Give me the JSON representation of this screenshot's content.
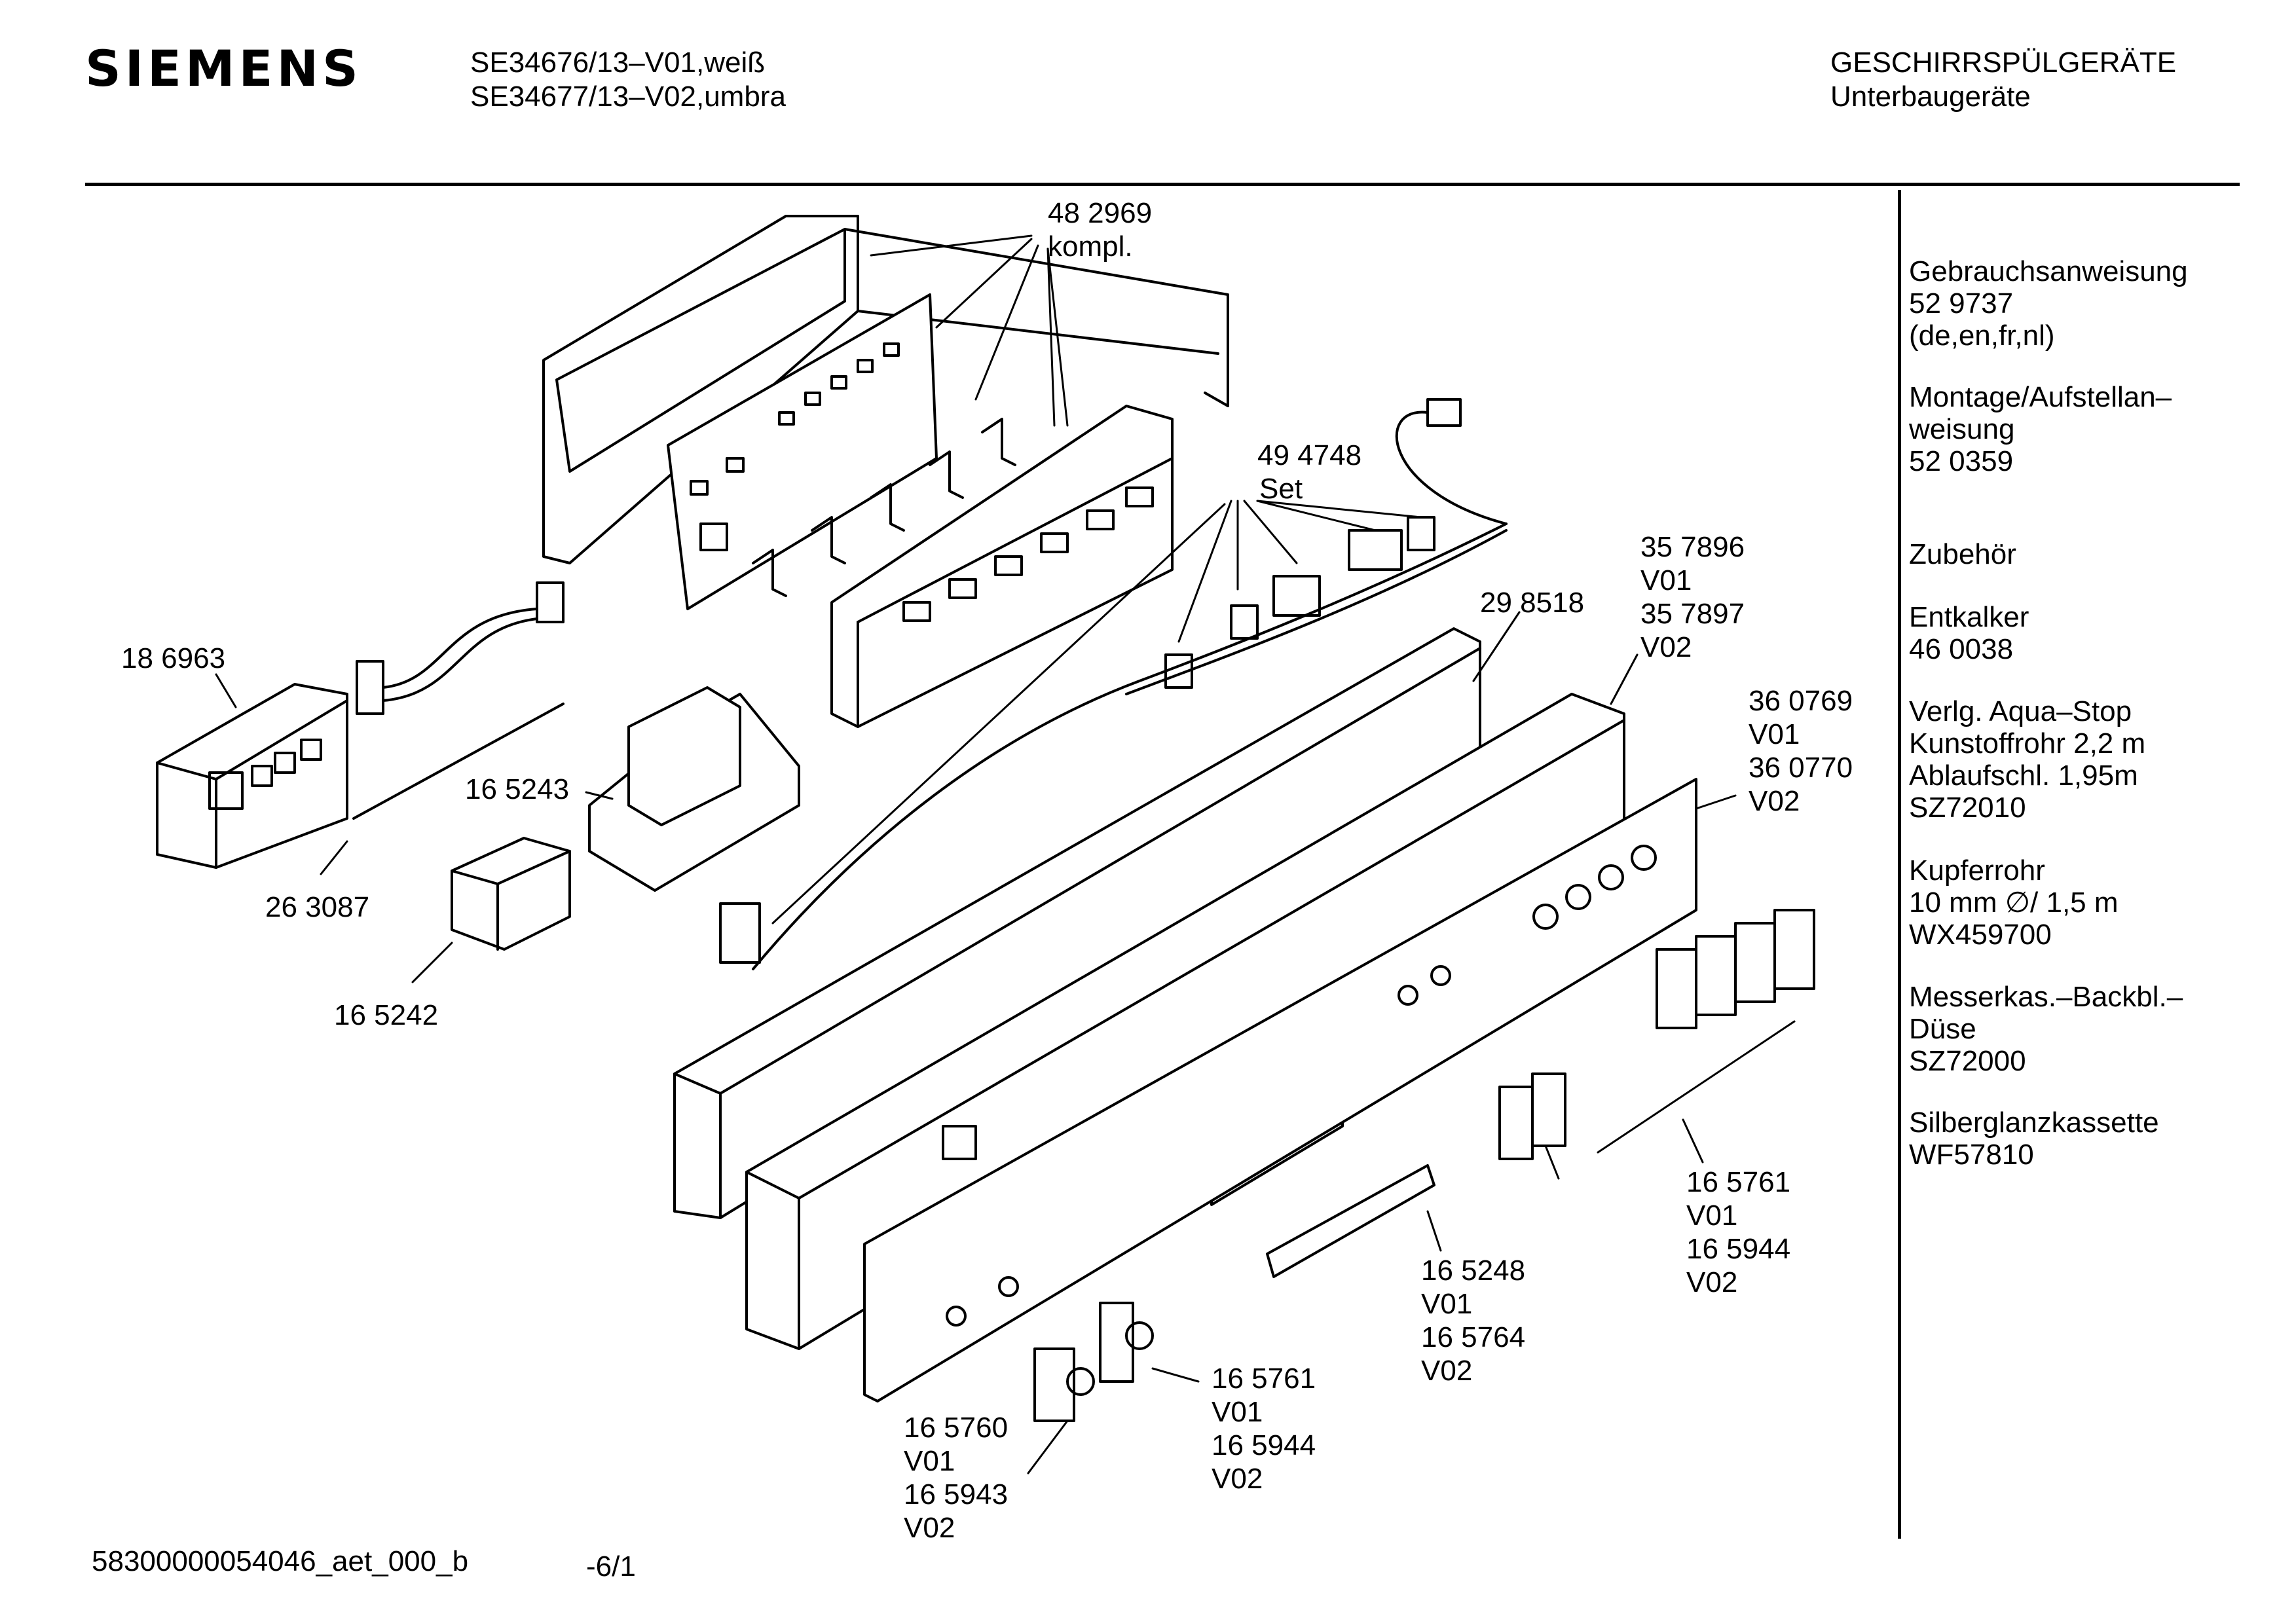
{
  "brand": "SIEMENS",
  "models": [
    "SE34676/13–V01,weiß",
    "SE34677/13–V02,umbra"
  ],
  "category": {
    "title": "GESCHIRRSPÜLGERÄTE",
    "subtitle": "Unterbaugeräte"
  },
  "parts": {
    "p482969": [
      "48 2969",
      "kompl."
    ],
    "p494748": [
      "49 4748",
      "Set"
    ],
    "p186963": [
      "18 6963"
    ],
    "p263087": [
      "26 3087"
    ],
    "p165243": [
      "16 5243"
    ],
    "p165242": [
      "16 5242"
    ],
    "p298518": [
      "29 8518"
    ],
    "p357896": [
      "35 7896",
      "V01",
      "35 7897",
      "V02"
    ],
    "p360769": [
      "36 0769",
      "V01",
      "36 0770",
      "V02"
    ],
    "p165761a": [
      "16 5761",
      "V01",
      "16 5944",
      "V02"
    ],
    "p165248": [
      "16 5248",
      "V01",
      "16 5764",
      "V02"
    ],
    "p165761b": [
      "16 5761",
      "V01",
      "16 5944",
      "V02"
    ],
    "p165760": [
      "16 5760",
      "V01",
      "16 5943",
      "V02"
    ]
  },
  "sidebar": [
    [
      "Gebrauchsanweisung",
      "52 9737",
      "(de,en,fr,nl)"
    ],
    [
      "Montage/Aufstellan–",
      "weisung",
      "52 0359"
    ],
    [
      "Zubehör"
    ],
    [
      "Entkalker",
      "46 0038"
    ],
    [
      "Verlg. Aqua–Stop",
      "Kunstoffrohr 2,2 m",
      "Ablaufschl. 1,95m",
      "SZ72010"
    ],
    [
      "Kupferrohr",
      "10 mm ∅/ 1,5 m",
      "WX459700"
    ],
    [
      "Messerkas.–Backbl.–",
      "Düse",
      "SZ72000"
    ],
    [
      "Silberglanzkassette",
      "WF57810"
    ]
  ],
  "footer": {
    "doc_id": "58300000054046_aet_000_b",
    "page": "-6/1"
  }
}
